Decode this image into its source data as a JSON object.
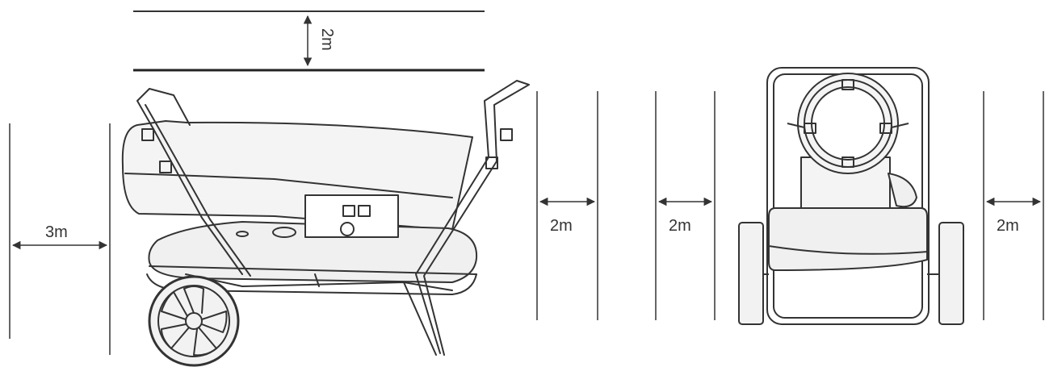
{
  "colors": {
    "line": "#333333",
    "fill": "#f2f2f2",
    "background": "#ffffff"
  },
  "clearances": {
    "above": "2m",
    "side_left": "3m",
    "side_front": "2m",
    "rear_left": "2m",
    "rear_right": "2m"
  }
}
